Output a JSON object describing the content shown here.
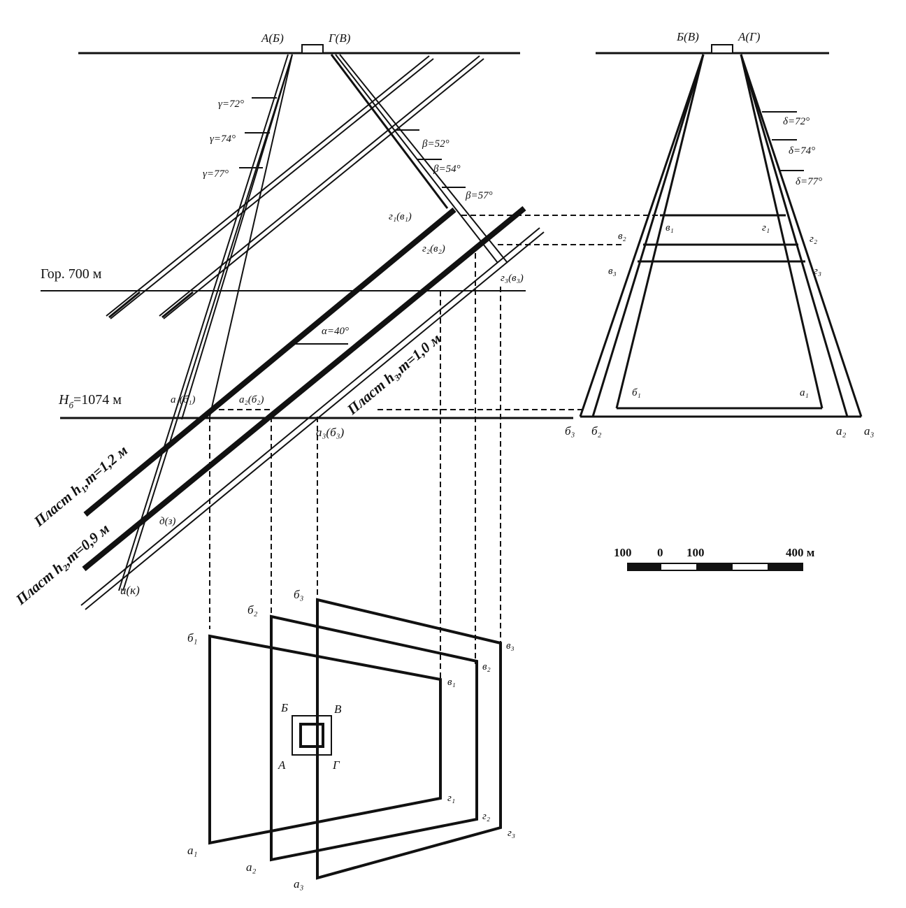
{
  "section": {
    "collar_left": "A(Б)",
    "collar_right": "Г(В)",
    "angles_gamma": [
      "γ=72°",
      "γ=74°",
      "γ=77°"
    ],
    "angles_beta": [
      "β=52°",
      "β=54°",
      "β=57°"
    ],
    "angle_alpha": "α=40°",
    "level_700": "Гор. 700 м",
    "level_bottom": "H",
    "level_bottom_sub": "б",
    "level_bottom_value": "=1074 м",
    "pts": {
      "g1": "г₁(в₁)",
      "g2": "г₂(в₂)",
      "g3": "г₃(в₃)",
      "a1": "a₁(б₁)",
      "a2": "a₂(б₂)",
      "a3": "a₃(б₃)",
      "d": "д(з)",
      "i": "и(к)"
    },
    "seam1": "Пласт h₁,m=1,2 м",
    "seam2": "Пласт h₂,m=0,9 м",
    "seam3": "Пласт h₃,m=1,0 м"
  },
  "cross_section": {
    "collar_left": "Б(В)",
    "collar_right": "А(Г)",
    "angles_delta": [
      "δ=72°",
      "δ=74°",
      "δ=77°"
    ],
    "pts": {
      "v1": "в₁",
      "v2": "в₂",
      "v3": "в₃",
      "g1": "г₁",
      "g2": "г₂",
      "g3": "г₃",
      "b1": "б₁",
      "b2": "б₂",
      "b3": "б₃",
      "a1": "а₁",
      "a2": "а₂",
      "a3": "а₃"
    }
  },
  "scale_bar": {
    "labels": [
      "100",
      "0",
      "100",
      "400 м"
    ]
  },
  "plan": {
    "pts": {
      "b1": "б₁",
      "b2": "б₂",
      "b3": "б₃",
      "v1": "в₁",
      "v2": "в₂",
      "v3": "в₃",
      "g1": "г₁",
      "g2": "г₂",
      "g3": "г₃",
      "a1": "а₁",
      "a2": "а₂",
      "a3": "а₃"
    },
    "shaft": {
      "B": "Б",
      "V": "В",
      "A": "А",
      "G": "Г"
    }
  }
}
